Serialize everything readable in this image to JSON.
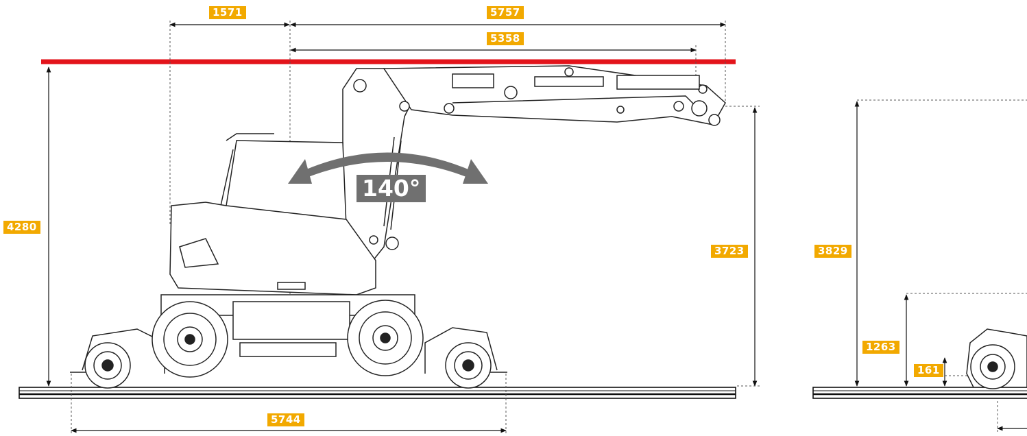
{
  "dimensions": {
    "overall_height": "4280",
    "pin_height": "3723",
    "reach_total": "5757",
    "reach_inner": "5358",
    "tail_offset": "1571",
    "wheelbase": "5744",
    "side_height": "3829",
    "side_mid_height": "1263",
    "side_low_height": "161"
  },
  "angle": {
    "label": "140°"
  },
  "colors": {
    "dimension_badge": "#f2a900",
    "height_limit_line": "#e3141b",
    "swing_arrow": "#707070",
    "drawing_line": "#222222"
  }
}
